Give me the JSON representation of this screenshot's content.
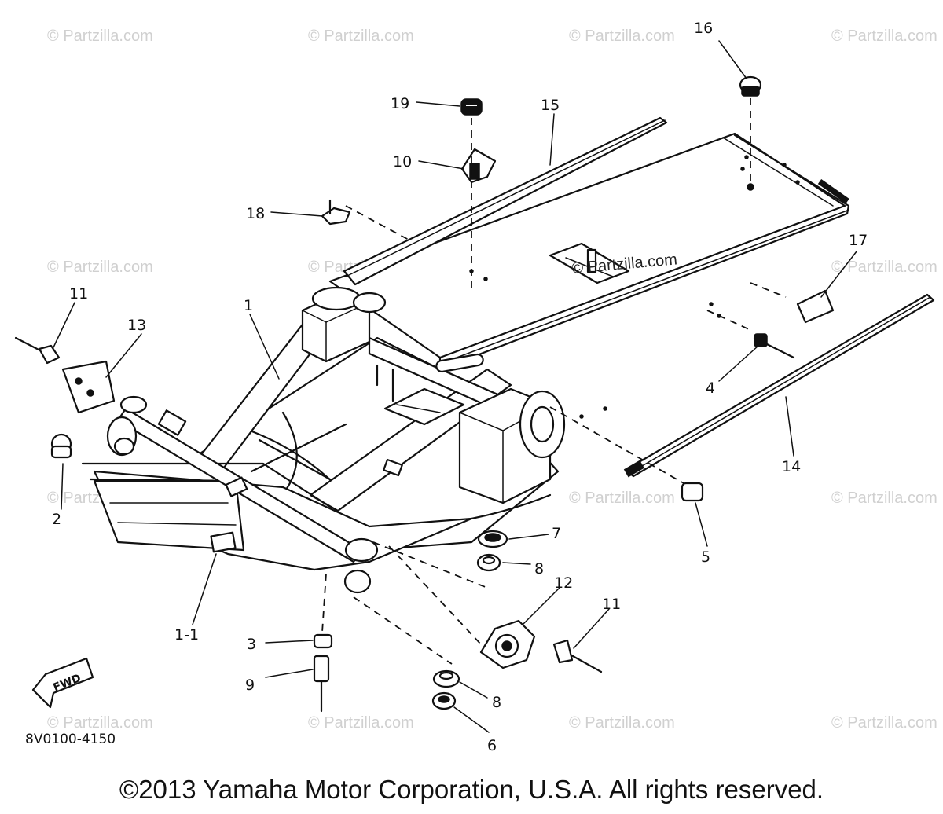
{
  "diagram": {
    "callouts": [
      {
        "id": "c16",
        "label": "16"
      },
      {
        "id": "c19",
        "label": "19"
      },
      {
        "id": "c15",
        "label": "15"
      },
      {
        "id": "c10",
        "label": "10"
      },
      {
        "id": "c18",
        "label": "18"
      },
      {
        "id": "c17",
        "label": "17"
      },
      {
        "id": "c11a",
        "label": "11"
      },
      {
        "id": "c13",
        "label": "13"
      },
      {
        "id": "c1",
        "label": "1"
      },
      {
        "id": "c4",
        "label": "4"
      },
      {
        "id": "c14",
        "label": "14"
      },
      {
        "id": "c2",
        "label": "2"
      },
      {
        "id": "c5",
        "label": "5"
      },
      {
        "id": "c7",
        "label": "7"
      },
      {
        "id": "c8a",
        "label": "8"
      },
      {
        "id": "c12",
        "label": "12"
      },
      {
        "id": "c11b",
        "label": "11"
      },
      {
        "id": "c1_1",
        "label": "1-1"
      },
      {
        "id": "c3",
        "label": "3"
      },
      {
        "id": "c9",
        "label": "9"
      },
      {
        "id": "c8b",
        "label": "8"
      },
      {
        "id": "c6",
        "label": "6"
      }
    ],
    "part_code": "8V0100-4150",
    "fwd_label": "FWD",
    "watermark": "© Partzilla.com",
    "center_watermark": "© Partzilla.com",
    "copyright": "©2013  Yamaha Motor Corporation, U.S.A. All rights reserved."
  }
}
